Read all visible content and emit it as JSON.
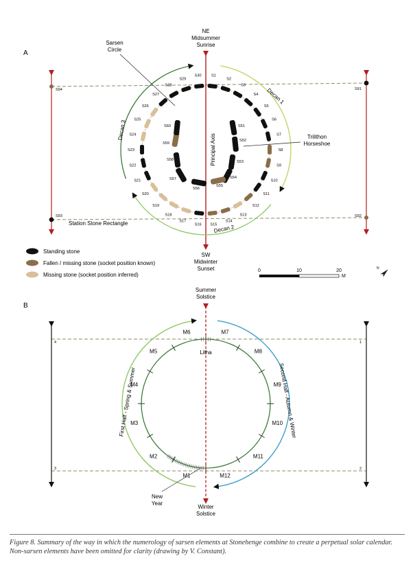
{
  "panel_a": {
    "letter": "A",
    "top_label": [
      "NE",
      "Midsummer",
      "Sunrise"
    ],
    "bottom_label": [
      "SW",
      "Midwinter",
      "Sunset"
    ],
    "sarsen_label": [
      "Sarsen",
      "Circle"
    ],
    "trilithon_label": [
      "Trilithon",
      "Horseshoe"
    ],
    "axis_label": "Principal Axis",
    "decan1": "Decan 1",
    "decan2": "Decan 2",
    "decan3": "Decan 3",
    "station_rect_label": "Station Stone Rectangle",
    "station_stones": [
      "S91",
      "S92",
      "S93",
      "S94"
    ],
    "stones": [
      {
        "id": "S1",
        "state": "standing"
      },
      {
        "id": "S2",
        "state": "standing"
      },
      {
        "id": "S3",
        "state": "standing"
      },
      {
        "id": "S4",
        "state": "standing"
      },
      {
        "id": "S5",
        "state": "standing"
      },
      {
        "id": "S6",
        "state": "standing"
      },
      {
        "id": "S7",
        "state": "standing"
      },
      {
        "id": "S8",
        "state": "fallen"
      },
      {
        "id": "S9",
        "state": "fallen"
      },
      {
        "id": "S10",
        "state": "standing"
      },
      {
        "id": "S11",
        "state": "standing"
      },
      {
        "id": "S12",
        "state": "fallen"
      },
      {
        "id": "S13",
        "state": "missing"
      },
      {
        "id": "S14",
        "state": "fallen"
      },
      {
        "id": "S15",
        "state": "fallen"
      },
      {
        "id": "S16",
        "state": "standing"
      },
      {
        "id": "S17",
        "state": "missing"
      },
      {
        "id": "S18",
        "state": "missing"
      },
      {
        "id": "S19",
        "state": "missing"
      },
      {
        "id": "S20",
        "state": "missing"
      },
      {
        "id": "S21",
        "state": "standing"
      },
      {
        "id": "S22",
        "state": "standing"
      },
      {
        "id": "S23",
        "state": "standing"
      },
      {
        "id": "S24",
        "state": "missing"
      },
      {
        "id": "S25",
        "state": "missing"
      },
      {
        "id": "S26",
        "state": "missing"
      },
      {
        "id": "S27",
        "state": "standing"
      },
      {
        "id": "S28",
        "state": "standing"
      },
      {
        "id": "S29",
        "state": "standing"
      },
      {
        "id": "S30",
        "state": "standing"
      }
    ],
    "trilithons": [
      {
        "id": "S51",
        "state": "standing"
      },
      {
        "id": "S52",
        "state": "standing"
      },
      {
        "id": "S53",
        "state": "standing"
      },
      {
        "id": "S54",
        "state": "standing"
      },
      {
        "id": "S55",
        "state": "fallen"
      },
      {
        "id": "S56",
        "state": "standing"
      },
      {
        "id": "S57",
        "state": "standing"
      },
      {
        "id": "S58",
        "state": "standing"
      },
      {
        "id": "S59",
        "state": "fallen"
      },
      {
        "id": "S60",
        "state": "standing"
      }
    ],
    "legend": {
      "standing": "Standing stone",
      "fallen": "Fallen / missing stone (socket position known)",
      "missing": "Missing stone (socket position inferred)"
    },
    "scale": {
      "labels": [
        "0",
        "10",
        "20"
      ],
      "unit": "M"
    },
    "north": "N"
  },
  "panel_b": {
    "letter": "B",
    "top_label": [
      "Summer",
      "Solstice"
    ],
    "bottom_label": [
      "Winter",
      "Solstice"
    ],
    "litha": "Litha",
    "new_year": [
      "New",
      "Year"
    ],
    "first_half": "First Half - Spring & Summer",
    "second_half": "Second Half - Autumn & Winter",
    "months": [
      "M1",
      "M2",
      "M3",
      "M4",
      "M5",
      "M6",
      "M7",
      "M8",
      "M9",
      "M10",
      "M11",
      "M12"
    ],
    "corner_numbers": [
      "1",
      "2",
      "3",
      "4"
    ]
  },
  "caption": "Figure 8.  Summary of the way in which the numerology of sarsen elements at Stonehenge combine to create a perpetual solar calendar. Non-sarsen elements have been omitted for clarity (drawing by V. Constant).",
  "colors": {
    "standing": "#111111",
    "fallen": "#8a6d49",
    "missing": "#d9bf9a",
    "axis_red": "#b3201f",
    "decan_dark_green": "#3f7a3a",
    "decan_yellow_green": "#b6d55a",
    "decan_light_green": "#8fc864",
    "autumn_blue": "#3f9ec7"
  }
}
